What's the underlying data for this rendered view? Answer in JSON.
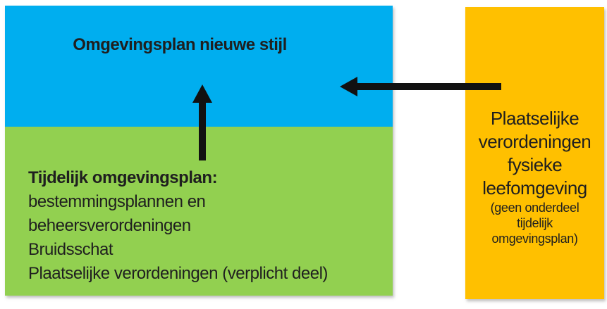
{
  "canvas": {
    "background": "#ffffff",
    "text_color": "#1f1f1f"
  },
  "blocks": {
    "new_style": {
      "title": "Omgevingsplan nieuwe stijl",
      "color": "#00AEEF"
    },
    "temporary": {
      "title": "Tijdelijk omgevingsplan:",
      "lines": [
        "bestemmingsplannen en",
        "beheersverordeningen",
        "Bruidsschat",
        "Plaatselijke verordeningen (verplicht deel)"
      ],
      "color": "#92D050"
    },
    "local_ordinances": {
      "lines": [
        "Plaatselijke",
        "verordeningen",
        "fysieke",
        "leefomgeving"
      ],
      "note_lines": [
        "(geen onderdeel",
        "tijdelijk",
        "omgevingsplan)"
      ],
      "color": "#FFC000"
    }
  },
  "arrows": {
    "color": "#111111",
    "up": {
      "from": "temporary",
      "to": "new_style",
      "direction": "up"
    },
    "left": {
      "from": "local_ordinances",
      "to": "new_style",
      "direction": "left"
    }
  }
}
